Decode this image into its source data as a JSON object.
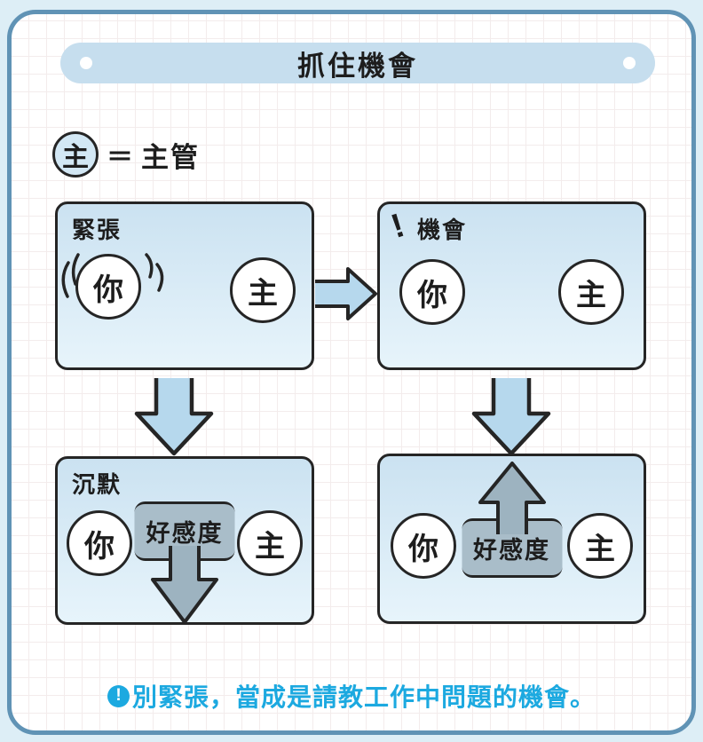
{
  "title_banner": {
    "label": "抓住機會"
  },
  "legend": {
    "symbol": "主",
    "equals": "＝",
    "label": "主管"
  },
  "panels": {
    "top_left": {
      "title": "緊張",
      "you_label": "你",
      "boss_label": "主"
    },
    "top_right": {
      "exclaim": "!",
      "title": "機會",
      "you_label": "你",
      "boss_label": "主"
    },
    "bottom_left": {
      "title": "沉默",
      "you_label": "你",
      "boss_label": "主",
      "favor_label": "好感度",
      "favor_trend": "down"
    },
    "bottom_right": {
      "you_label": "你",
      "boss_label": "主",
      "favor_label": "好感度",
      "favor_trend": "up"
    }
  },
  "flow": {
    "top_left_to_top_right": "right-arrow",
    "top_left_to_bottom_left": "down-arrow",
    "top_right_to_bottom_right": "down-arrow"
  },
  "note": {
    "icon": "!",
    "text": "別緊張，當成是請教工作中問題的機會。"
  },
  "colors": {
    "page_bg": "#ddeef6",
    "card_border": "#6093b5",
    "grid_line": "#f3ecec",
    "banner_bg": "#c6deee",
    "panel_bg_top": "#cbe2f1",
    "panel_bg_bottom": "#e7f4fb",
    "arrow_blue": "#b6d8ed",
    "favor_gray": "#a9bdc9",
    "arrow_gray": "#9db3c0",
    "note_blue": "#1ca9e0",
    "ink": "#252525"
  }
}
